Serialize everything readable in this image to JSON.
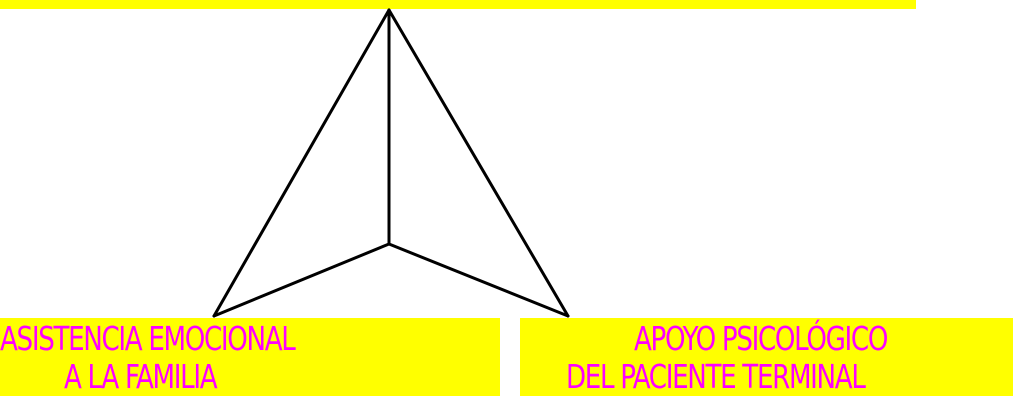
{
  "banner_color": "#ffff00",
  "label_color": "#ff00ff",
  "labels": {
    "left": {
      "line1": "ASISTENCIA EMOCIONAL",
      "line2": "A LA FAMILIA"
    },
    "right": {
      "line1": "APOYO PSICOLÓGICO",
      "line2": "DEL PACIENTE TERMINAL"
    }
  }
}
